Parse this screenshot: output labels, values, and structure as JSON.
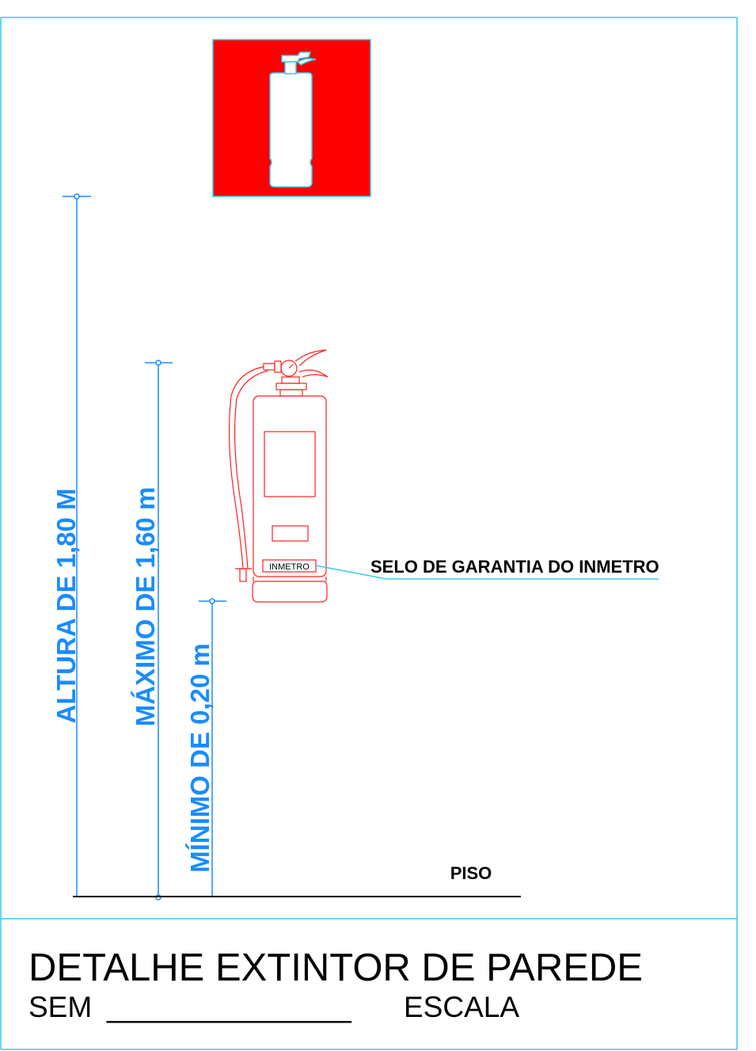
{
  "dimensions": {
    "altura": "ALTURA DE 1,80 M",
    "maximo": "MÁXIMO DE 1,60 m",
    "minimo": "MÍNIMO DE 0,20 m"
  },
  "labels": {
    "seal_tag": "INMETRO",
    "seal_callout": "SELO DE GARANTIA DO INMETRO",
    "floor": "PISO"
  },
  "title_block": {
    "title": "DETALHE EXTINTOR DE PAREDE",
    "scale_prefix": "SEM",
    "scale_line": "_______________",
    "scale_suffix": "ESCALA"
  },
  "colors": {
    "frame": "#33ccee",
    "dimension": "#1a8cff",
    "sign_bg": "#ff0000",
    "extinguisher": "#ff2020",
    "text": "#000000"
  }
}
